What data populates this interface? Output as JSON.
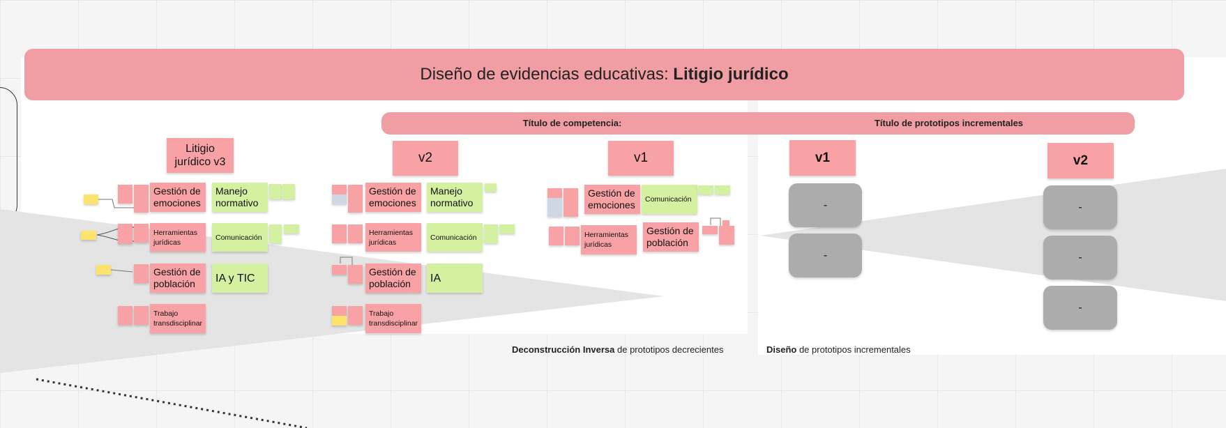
{
  "title": {
    "prefix": "Diseño de evidencias educativas:",
    "bold": "Litigio jurídico"
  },
  "subheaders": {
    "competencia": "Título de competencia:",
    "prototipos": "Título de prototipos incrementales"
  },
  "columns": {
    "v3": {
      "header": "Litigio jurídico v3",
      "labels": {
        "gestion_emociones": "Gestión de emociones",
        "herramientas": "Herramientas jurídicas",
        "gestion_poblacion": "Gestión de población",
        "trabajo": "Trabajo transdisciplinar"
      },
      "green": {
        "manejo": "Manejo normativo",
        "comunicacion": "Comunicación",
        "ia_tic": "IA y TIC"
      }
    },
    "v2": {
      "header": "v2",
      "labels": {
        "gestion_emociones": "Gestión de emociones",
        "herramientas": "Herramientas jurídicas",
        "gestion_poblacion": "Gestión de población",
        "trabajo": "Trabajo transdisciplinar"
      },
      "green": {
        "manejo": "Manejo normativo",
        "comunicacion": "Comunicación",
        "ia": "IA"
      }
    },
    "v1": {
      "header": "v1",
      "labels": {
        "gestion_emociones": "Gestión de emociones",
        "herramientas": "Herramientas jurídicas"
      },
      "green": {
        "comunicacion": "Comunicación"
      },
      "pink_extra": {
        "gestion_poblacion": "Gestión de población"
      }
    }
  },
  "incremental": {
    "v1": {
      "header": "v1",
      "cards": [
        "-",
        "-"
      ]
    },
    "v2": {
      "header": "v2",
      "cards": [
        "-",
        "-",
        "-"
      ]
    }
  },
  "captions": {
    "left_bold": "Deconstrucción Inversa",
    "left_rest": " de prototipos decrecientes",
    "right_bold": "Diseño",
    "right_rest": " de prototipos incrementales"
  },
  "colors": {
    "banner": "#f19da4",
    "pink_note": "#f8a2a6",
    "green_note": "#d4f1a1",
    "yellow_note": "#fce36c",
    "gray_card": "#acacac"
  }
}
